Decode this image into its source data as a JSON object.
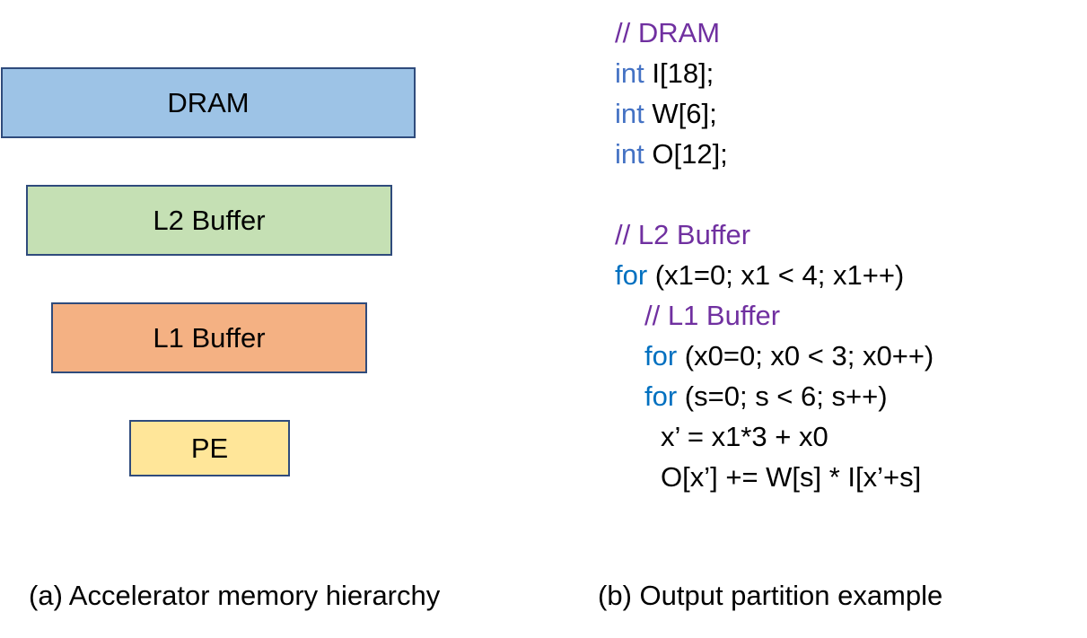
{
  "hierarchy": {
    "levels": [
      {
        "label": "DRAM",
        "color": "#9dc3e6"
      },
      {
        "label": "L2 Buffer",
        "color": "#c5e0b4"
      },
      {
        "label": "L1 Buffer",
        "color": "#f4b183"
      },
      {
        "label": "PE",
        "color": "#ffe699"
      }
    ],
    "border_color": "#2f4b7c"
  },
  "code": {
    "dram_comment": "// DRAM",
    "decl_keyword": "int",
    "decl_input": " I[18];",
    "decl_weight": " W[6];",
    "decl_output": " O[12];",
    "l2_comment": "// L2 Buffer",
    "loop_keyword": "for",
    "loop_x1": " (x1=0; x1 < 4; x1++)",
    "l1_comment": "// L1 Buffer",
    "loop_x0": " (x0=0; x0 < 3; x0++)",
    "loop_s": " (s=0; s < 6; s++)",
    "stmt_index": "x’ = x1*3 + x0",
    "stmt_accumulate": "O[x’] += W[s] * I[x’+s]",
    "colors": {
      "comment": "#7030a0",
      "for_keyword": "#0070c0",
      "int_keyword": "#4472c4"
    }
  },
  "captions": {
    "a": "(a) Accelerator memory hierarchy",
    "b": "(b) Output partition example"
  }
}
